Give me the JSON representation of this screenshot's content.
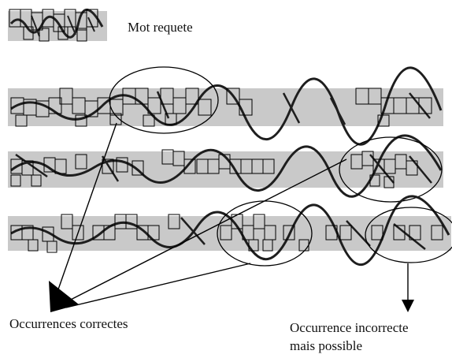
{
  "labels": {
    "query_word": "Mot requete",
    "correct_occurrences": "Occurrences correctes",
    "incorrect_line1": "Occurrence incorrecte",
    "incorrect_line2": "mais possible"
  },
  "colors": {
    "strip_background": "#c9c9c9",
    "ink": "#1e1e1e",
    "box_stroke": "#000000",
    "annotation": "#000000"
  },
  "figure": {
    "query_image": "handwritten-word-crop",
    "line_images": 3,
    "correct_occurrence_count": 3,
    "incorrect_occurrence_count": 1
  }
}
